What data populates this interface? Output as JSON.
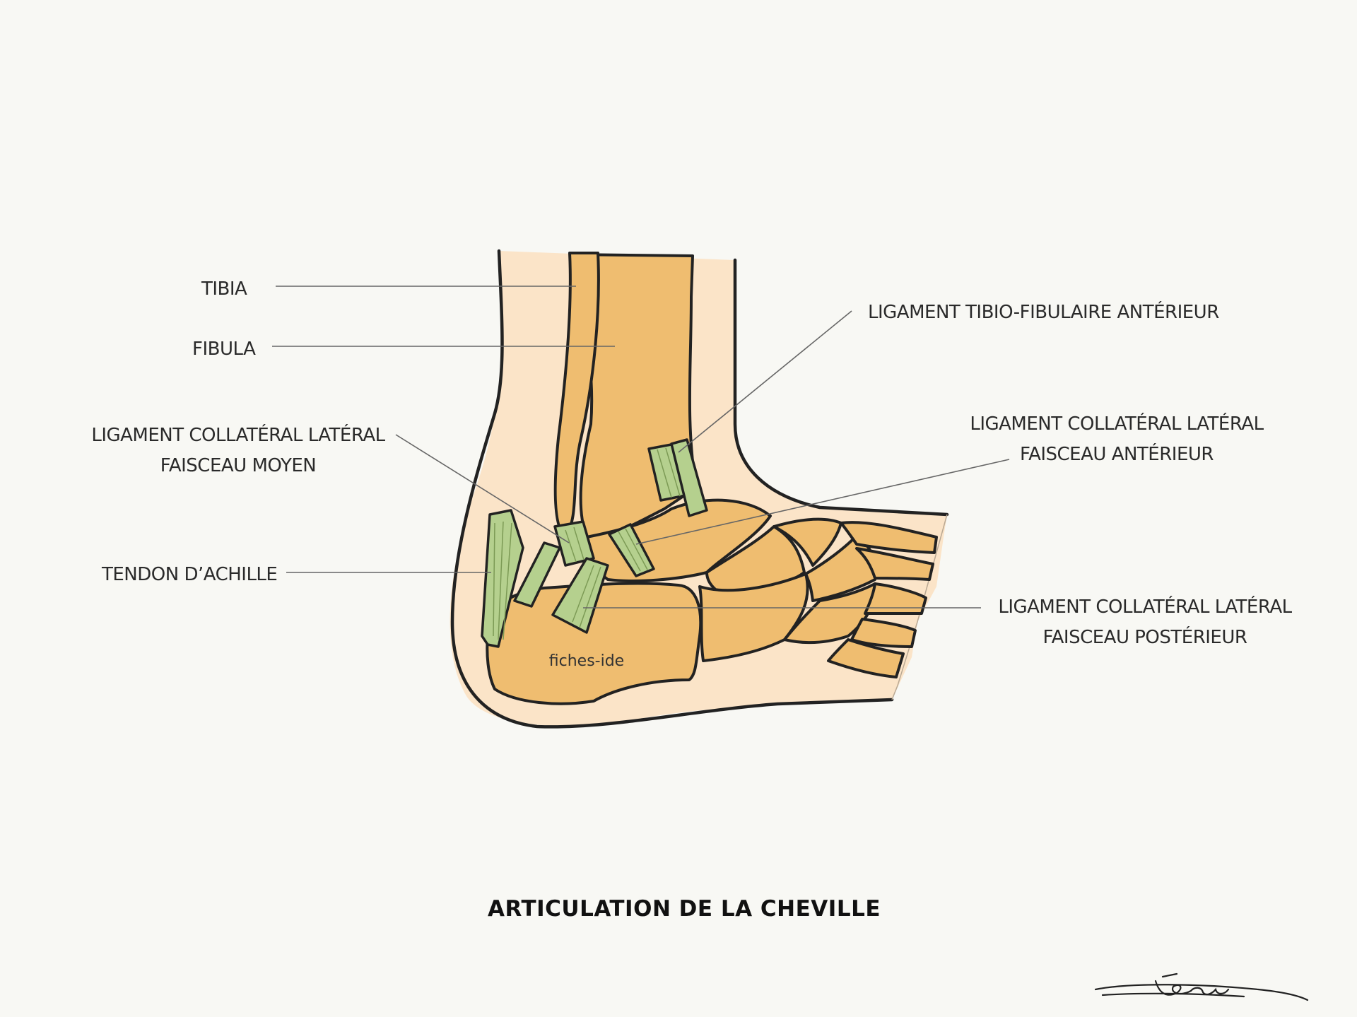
{
  "colors": {
    "background": "#f8f8f4",
    "skin": "#fbe4c8",
    "bone": "#efbd70",
    "ligament": "#b5d08e",
    "outline": "#222222"
  },
  "labels": {
    "tibia": "TIBIA",
    "fibula": "FIBULA",
    "tibio_fibular_anterior": "LIGAMENT TIBIO-FIBULAIRE ANTÉRIEUR",
    "collateral_middle_line1": "LIGAMENT COLLATÉRAL LATÉRAL",
    "collateral_middle_line2": "FAISCEAU MOYEN",
    "collateral_anterior_line1": "LIGAMENT COLLATÉRAL LATÉRAL",
    "collateral_anterior_line2": "FAISCEAU ANTÉRIEUR",
    "achilles": "TENDON D’ACHILLE",
    "collateral_posterior_line1": "LIGAMENT COLLATÉRAL LATÉRAL",
    "collateral_posterior_line2": "FAISCEAU POSTÉRIEUR"
  },
  "watermark": "fiches-ide",
  "title": "ARTICULATION DE LA CHEVILLE",
  "signature": "Léana"
}
